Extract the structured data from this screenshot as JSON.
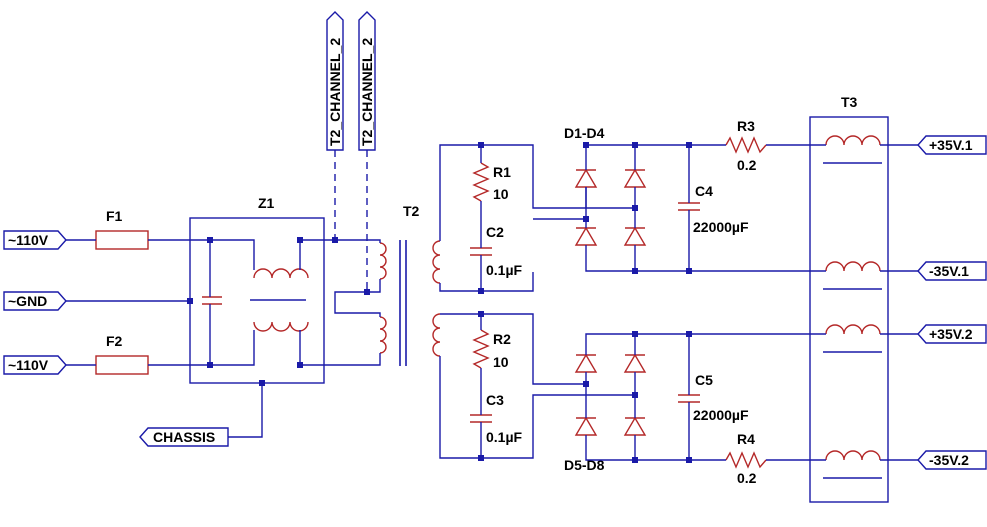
{
  "schematic": {
    "ports": {
      "l1": "~110V",
      "gnd": "~GND",
      "l2": "~110V",
      "chassis": "CHASSIS",
      "out1p": "+35V.1",
      "out1n": "-35V.1",
      "out2p": "+35V.2",
      "out2n": "-35V.2",
      "probe1": "T2_CHANNEL_2",
      "probe2": "T2_CHANNEL_2"
    },
    "components": {
      "f1": "F1",
      "f2": "F2",
      "z1": "Z1",
      "t2": "T2",
      "t3": "T3",
      "r1": {
        "name": "R1",
        "value": "10"
      },
      "r2": {
        "name": "R2",
        "value": "10"
      },
      "c2": {
        "name": "C2",
        "value": "0.1µF"
      },
      "c3": {
        "name": "C3",
        "value": "0.1µF"
      },
      "c4": {
        "name": "C4",
        "value": "22000µF"
      },
      "c5": {
        "name": "C5",
        "value": "22000µF"
      },
      "r3": {
        "name": "R3",
        "value": "0.2"
      },
      "r4": {
        "name": "R4",
        "value": "0.2"
      },
      "bridge1": "D1-D4",
      "bridge2": "D5-D8"
    }
  }
}
